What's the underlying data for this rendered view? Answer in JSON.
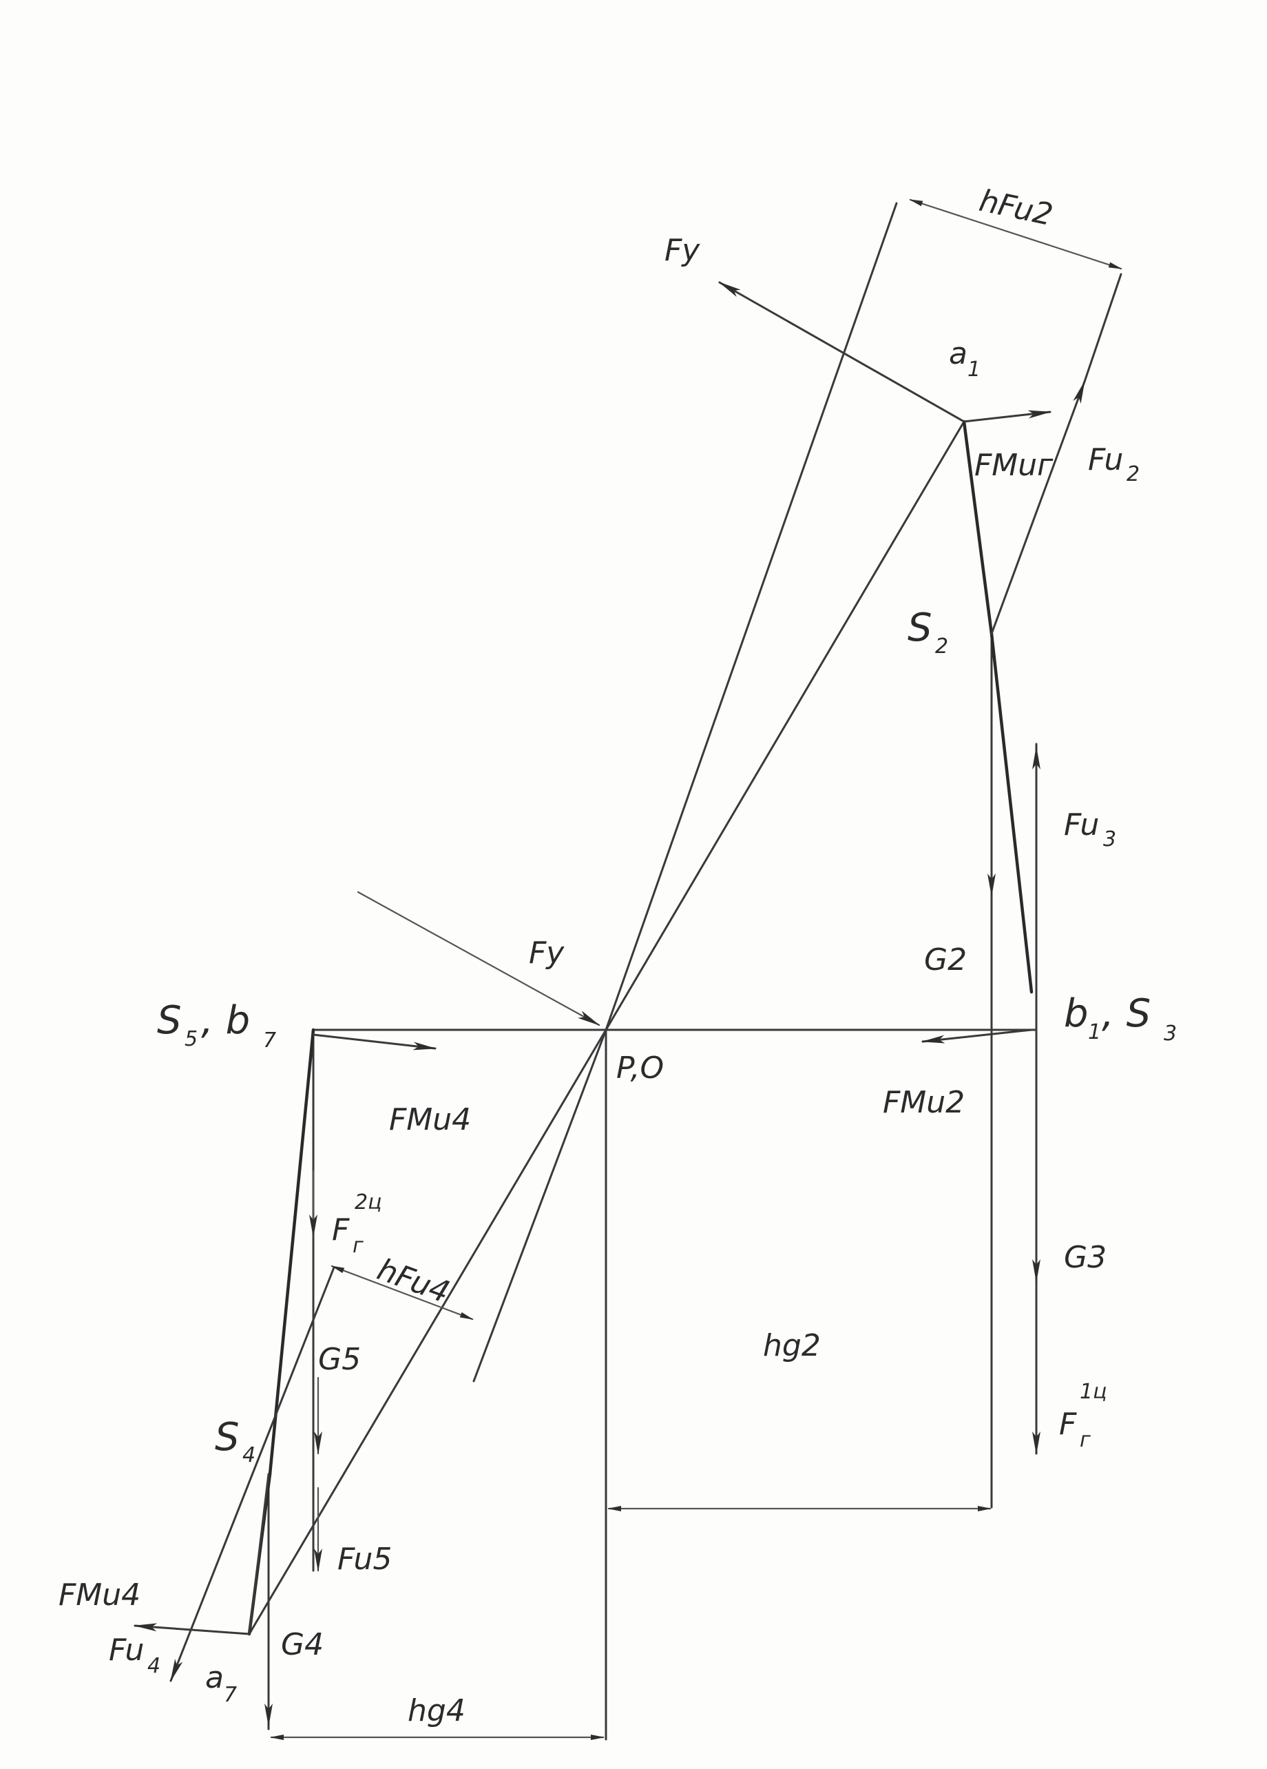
{
  "labels": {
    "hFu2": "hFu2",
    "Fy_top": "Fy",
    "a1": "a",
    "a1_sub": "1",
    "FMu2_top": "FMuг",
    "Fu2": "Fu",
    "Fu2_sub": "2",
    "S2": "S",
    "S2_sub": "2",
    "Fu3": "Fu",
    "Fu3_sub": "3",
    "G2": "G2",
    "Fy_mid": "Fy",
    "b1S3": "b",
    "b1S3_sub1": "1",
    "b1S3_mid": ", S",
    "b1S3_sub2": "3",
    "S5b7": "S",
    "S5b7_sub1": "5",
    "S5b7_mid": ", b",
    "S5b7_sub2": "7",
    "PO": "P,O",
    "FMu4_mid": "FMu4",
    "FMu2_mid": "FMu2",
    "F2_24": "F",
    "F2_24_sub": "г",
    "F2_24_sup": "2ц",
    "hFu4": "hFu4",
    "G3": "G3",
    "hg2": "hg2",
    "F2_14": "F",
    "F2_14_sub": "г",
    "F2_14_sup": "1ц",
    "G5": "G5",
    "S4": "S",
    "S4_sub": "4",
    "Fu5": "Fu5",
    "FMu4_bot": "FMu4",
    "Fu4": "Fu",
    "Fu4_sub": "4",
    "a7": "a",
    "a7_sub": "7",
    "G4": "G4",
    "hg4": "hg4"
  }
}
